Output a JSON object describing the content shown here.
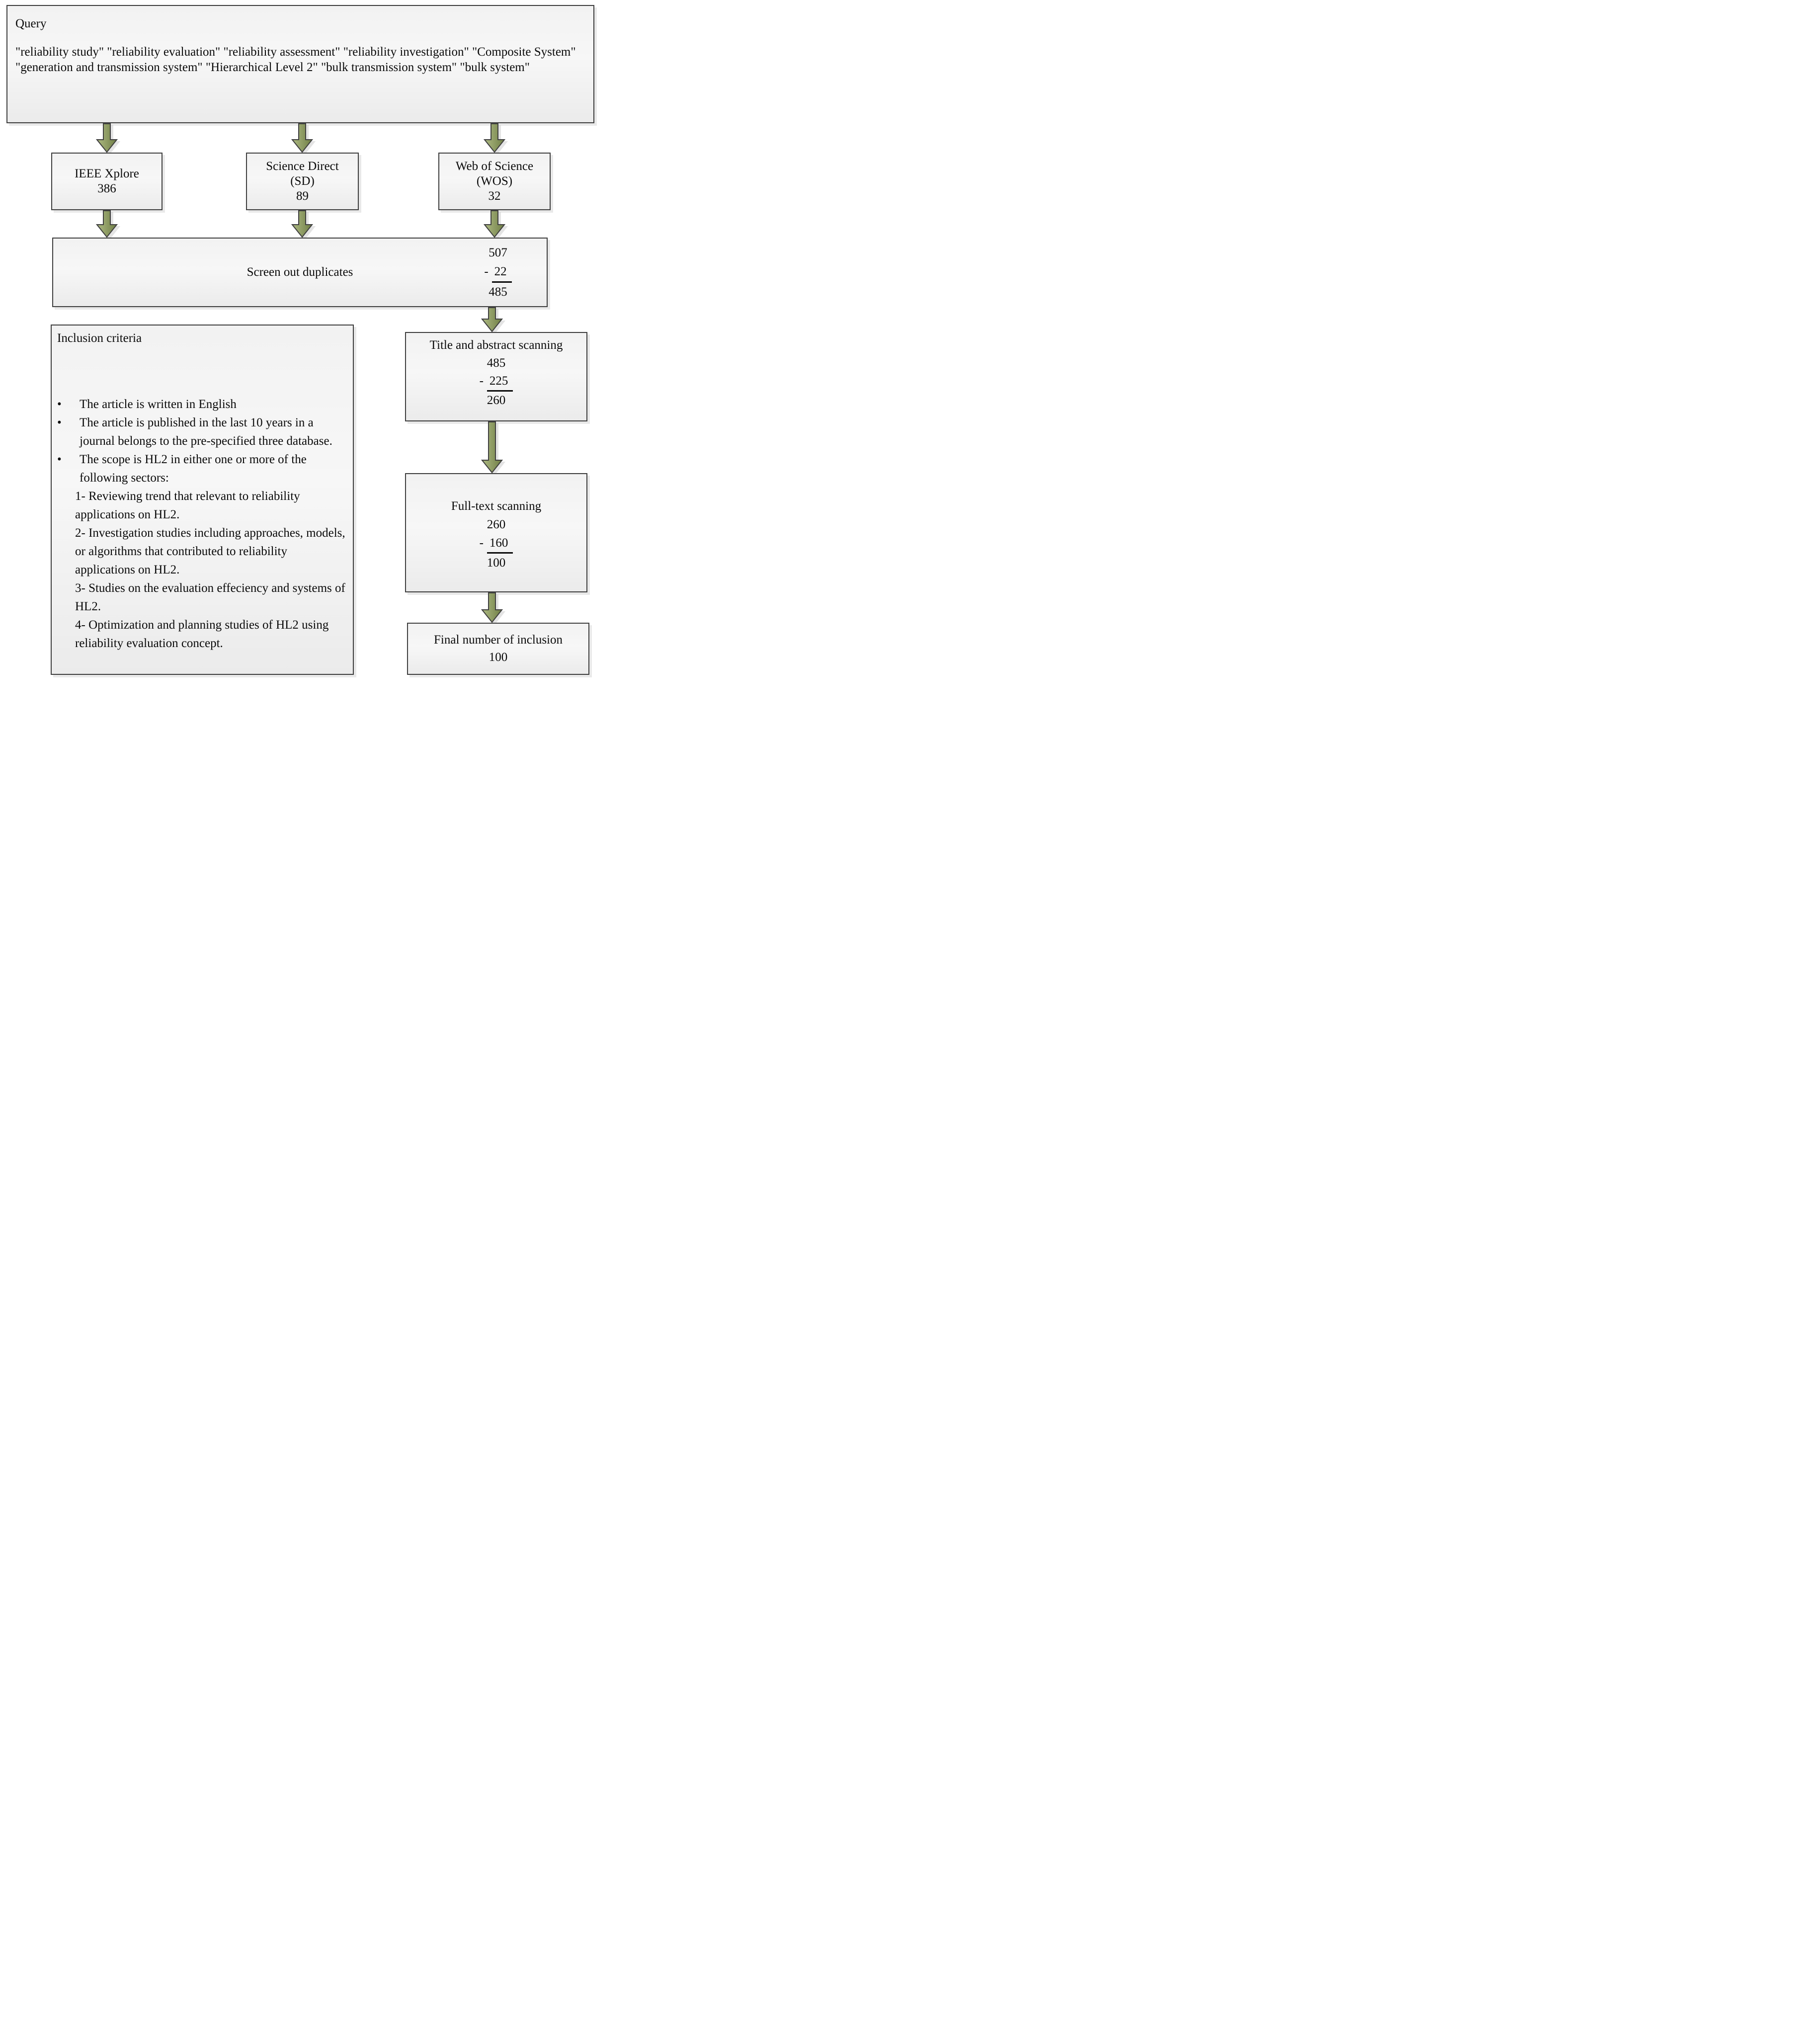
{
  "flowchart": {
    "minus_sign": "-",
    "bullet_char": "•",
    "query_box": {
      "label": "Query",
      "text": "\"reliability study\" \"reliability evaluation\" \"reliability assessment\" \"reliability investigation\" \"Composite System\" \"generation and transmission system\" \"Hierarchical Level 2\" \"bulk transmission system\" \"bulk system\""
    },
    "databases": [
      {
        "name": "IEEE Xplore",
        "count": "386"
      },
      {
        "name": "Science Direct",
        "abbr": "(SD)",
        "count": "89"
      },
      {
        "name": "Web of Science",
        "abbr": "(WOS)",
        "count": "32"
      }
    ],
    "screen_duplicates": {
      "label": "Screen out duplicates",
      "total": "507",
      "removed": "22",
      "result": "485"
    },
    "inclusion_criteria": {
      "title": "Inclusion criteria",
      "bullets": [
        "The article is written in English",
        "The article is published in the last 10 years in a journal belongs to the pre-specified three database.",
        "The scope is HL2 in either one or more of the following sectors:"
      ],
      "numbered": [
        "1-  Reviewing trend that relevant to reliability applications on HL2.",
        "2- Investigation studies including approaches, models, or algorithms that contributed to reliability applications on HL2.",
        "3- Studies on the evaluation effeciency and systems of HL2.",
        "4- Optimization and planning studies of HL2 using reliability evaluation concept."
      ]
    },
    "title_abstract": {
      "label": "Title and abstract scanning",
      "total": "485",
      "removed": "225",
      "result": "260"
    },
    "full_text": {
      "label": "Full-text scanning",
      "total": "260",
      "removed": "160",
      "result": "100"
    },
    "final": {
      "label": "Final number of inclusion",
      "count": "100"
    }
  },
  "colors": {
    "arrow_light": "#aeba83",
    "arrow_dark": "#6f7e45",
    "arrow_outline": "#3f3f3f",
    "box_border": "#3f3f3f",
    "box_fill": "#f1f1f1"
  }
}
